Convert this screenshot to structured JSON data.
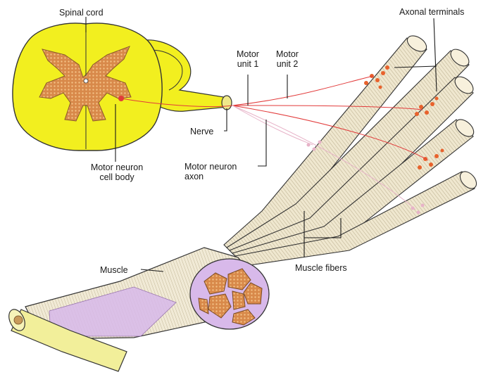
{
  "labels": {
    "spinal_cord": "Spinal cord",
    "axonal_terminals": "Axonal terminals",
    "motor_unit_1_line1": "Motor",
    "motor_unit_1_line2": "unit 1",
    "motor_unit_2_line1": "Motor",
    "motor_unit_2_line2": "unit 2",
    "nerve": "Nerve",
    "motor_neuron_cell_body_line1": "Motor neuron",
    "motor_neuron_cell_body_line2": "cell body",
    "motor_neuron_axon_line1": "Motor neuron",
    "motor_neuron_axon_line2": "axon",
    "muscle": "Muscle",
    "muscle_fibers": "Muscle fibers"
  },
  "colors": {
    "spinal_cord_white_matter": "#f2ef1f",
    "spinal_cord_grey_matter": "#e0a35b",
    "fiber_fill": "#efe7cf",
    "fiber_stripe": "#b9ad8c",
    "fascicle_fill": "#d8894a",
    "perimysium": "#c9a6e0",
    "nerve_red": "#e23b3b"
  },
  "icons": {
    "spinal_cord": "spinal-cord-cross-section",
    "muscle": "muscle-bundle",
    "fibers": "muscle-fiber-cylinders"
  }
}
